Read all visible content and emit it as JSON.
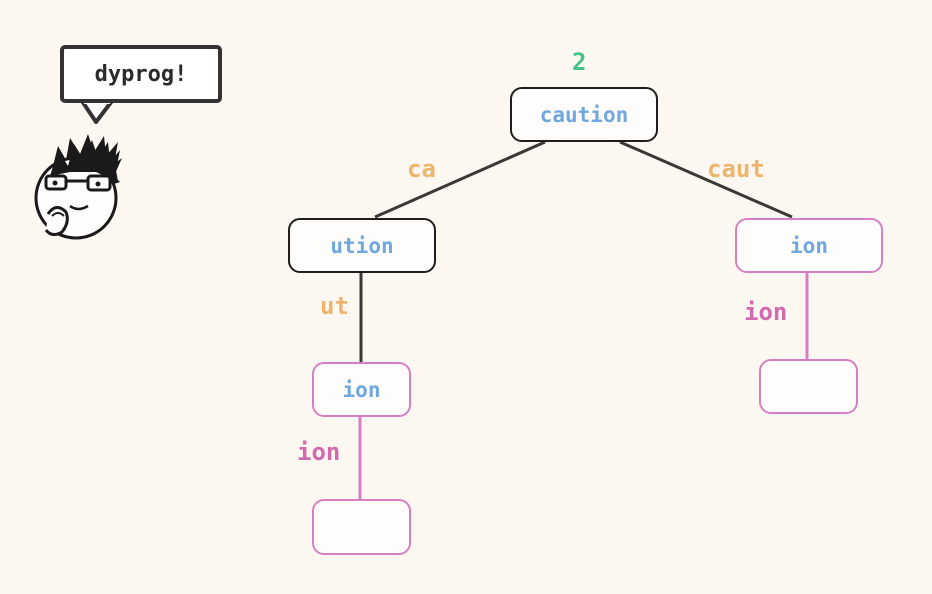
{
  "speech_bubble": {
    "text": "dyprog!"
  },
  "tree": {
    "root_count": "2",
    "nodes": {
      "root": "caution",
      "left": "ution",
      "right": "ion",
      "left_child": "ion",
      "left_leaf": "",
      "right_leaf": ""
    },
    "edges": {
      "root_left": "ca",
      "root_right": "caut",
      "left_down": "ut",
      "left_child_down": "ion",
      "right_down": "ion"
    }
  },
  "colors": {
    "background": "#fdf7f1",
    "node_text": "#6fa8e0",
    "edge_label_prefix": "#efb46b",
    "edge_label_match": "#d369ae",
    "count": "#47c288",
    "dark_border": "#1e1e1e",
    "pink_border": "#d77fc4"
  }
}
